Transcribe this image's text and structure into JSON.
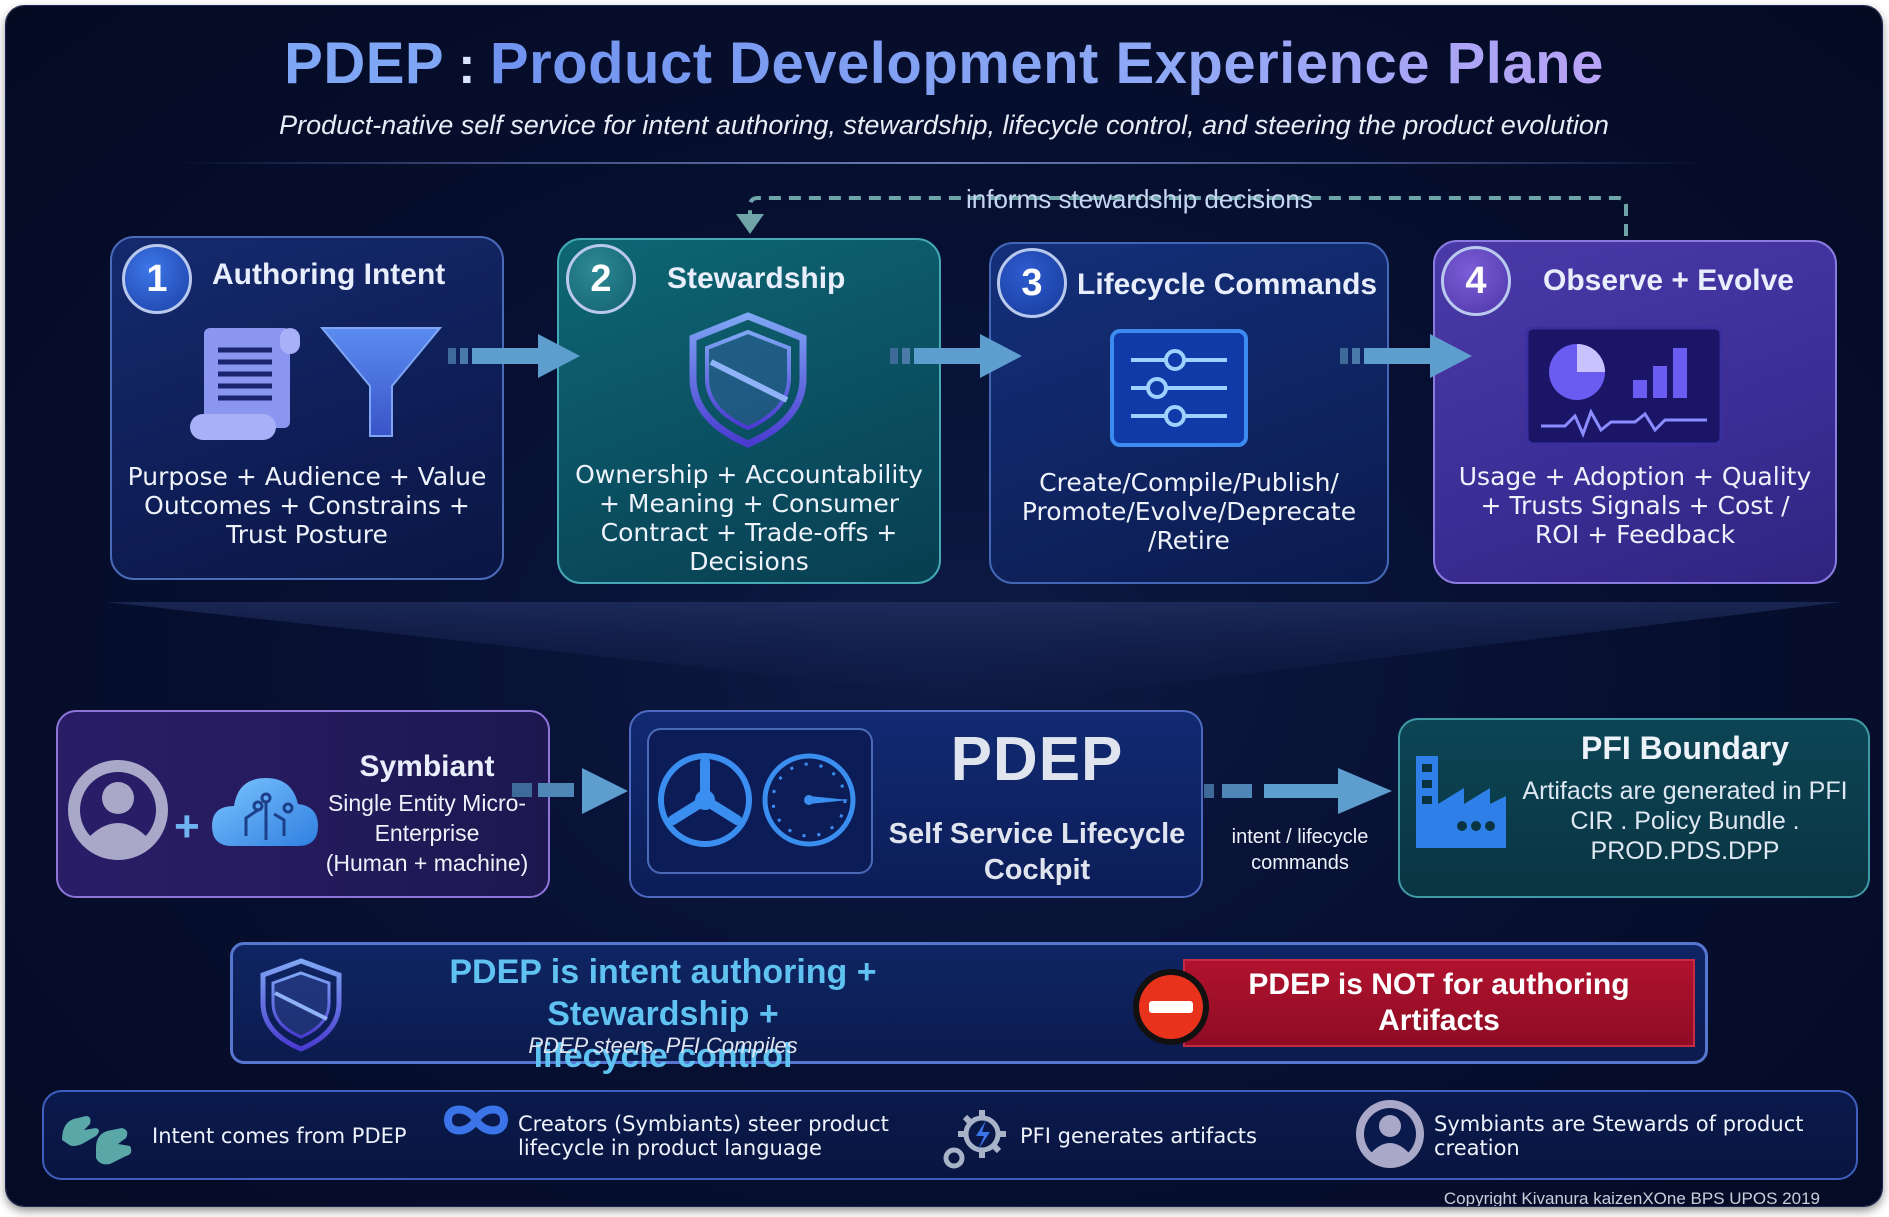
{
  "header": {
    "title_prefix": "PDEP",
    "title_colon": ":",
    "title_main": "Product Development Experience Plane",
    "subtitle": "Product-native self service for intent authoring, stewardship, lifecycle control, and steering the product evolution"
  },
  "feedback_loop": {
    "label": "informs stewardship decisions"
  },
  "steps": [
    {
      "number": "1",
      "title": "Authoring Intent",
      "body": [
        "Purpose + Audience + Value",
        "Outcomes + Constrains +",
        "Trust Posture"
      ],
      "icons": [
        "scroll-document-icon",
        "funnel-icon"
      ]
    },
    {
      "number": "2",
      "title": "Stewardship",
      "body": [
        "Ownership + Accountability",
        "+ Meaning + Consumer",
        "Contract + Trade-offs +",
        "Decisions"
      ],
      "icons": [
        "shield-icon"
      ]
    },
    {
      "number": "3",
      "title": "Lifecycle Commands",
      "body": [
        "Create/Compile/Publish/",
        "Promote/Evolve/Deprecate",
        "/Retire"
      ],
      "icons": [
        "sliders-panel-icon"
      ]
    },
    {
      "number": "4",
      "title": "Observe + Evolve",
      "body": [
        "Usage + Adoption + Quality",
        "+ Trusts Signals + Cost /",
        "ROI + Feedback"
      ],
      "icons": [
        "analytics-dashboard-icon"
      ]
    }
  ],
  "symbiant": {
    "plus": "+",
    "title": "Symbiant",
    "lines": [
      "Single Entity Micro-",
      "Enterprise",
      "(Human + machine)"
    ]
  },
  "cockpit": {
    "title": "PDEP",
    "subtitle_lines": [
      "Self Service Lifecycle",
      "Cockpit"
    ]
  },
  "intent_arrow": {
    "lines": [
      "intent / lifecycle",
      "commands"
    ]
  },
  "pfi": {
    "title": "PFI  Boundary",
    "lines": [
      "Artifacts are generated in PFI",
      "CIR . Policy Bundle .",
      "PROD.PDS.DPP"
    ]
  },
  "banner": {
    "is_lines": [
      "PDEP is intent authoring + Stewardship +",
      "lifecycle control"
    ],
    "tagline": "PDEP  steers. PFI Compiles",
    "not_lines": [
      "PDEP is NOT for authoring",
      "Artifacts"
    ]
  },
  "footer": {
    "items": [
      {
        "icon": "hands-icon",
        "lines": [
          "Intent comes from PDEP"
        ]
      },
      {
        "icon": "infinity-icon",
        "lines": [
          "Creators (Symbiants) steer product",
          "lifecycle in product language"
        ]
      },
      {
        "icon": "gears-icon",
        "lines": [
          "PFI generates artifacts"
        ]
      },
      {
        "icon": "user-icon",
        "lines": [
          "Symbiants are Stewards of product",
          "creation"
        ]
      }
    ]
  },
  "copyright": "Copyright  Kivanura kaizenXOne BPS UPOS  2019",
  "colors": {
    "step1": "#0e1d55",
    "step2": "#0a4e60",
    "step3": "#0f2360",
    "step4": "#3b2d95",
    "arrow": "#5d9ecf",
    "not_panel": "#a8102a",
    "accent_text": "#5fc2f0"
  }
}
